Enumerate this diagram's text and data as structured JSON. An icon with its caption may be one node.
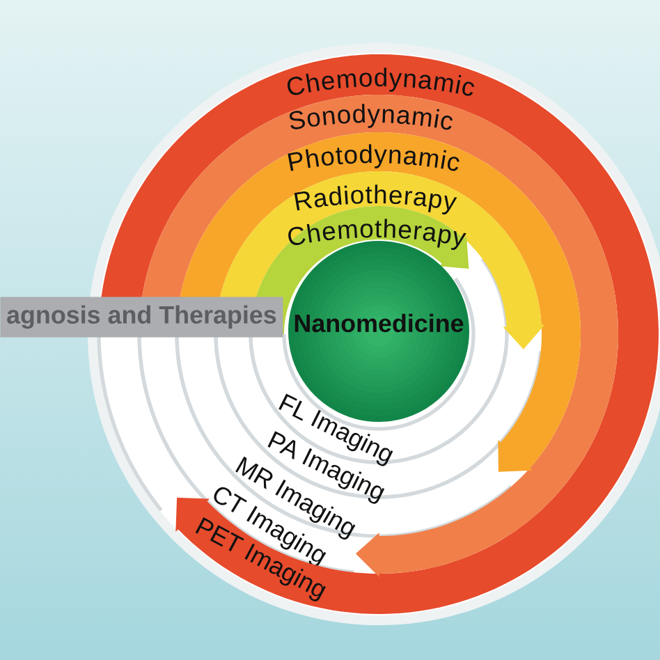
{
  "diagram": {
    "nodes": [
      {
        "text": [
          "Chemodynamic",
          "PET Imaging"
        ]
      },
      {
        "text": [
          "Sonodynamic"
        ]
      },
      {
        "text": [
          "Photodynamic"
        ]
      },
      {
        "text": [
          "Radiotherapy"
        ]
      },
      {
        "text": [
          "Chemotherapy"
        ]
      },
      {
        "text": [
          "agnosis and Therapies"
        ]
      },
      {
        "text": [
          "Nanomedicine"
        ]
      },
      {
        "text": [
          "FL Imaging"
        ]
      },
      {
        "text": [
          "PA Imaging"
        ]
      },
      {
        "text": [
          "MR Imaging"
        ]
      },
      {
        "text": [
          "CT Imaging"
        ]
      },
      {
        "text": [],
        "shape": "ring"
      }
    ]
  }
}
